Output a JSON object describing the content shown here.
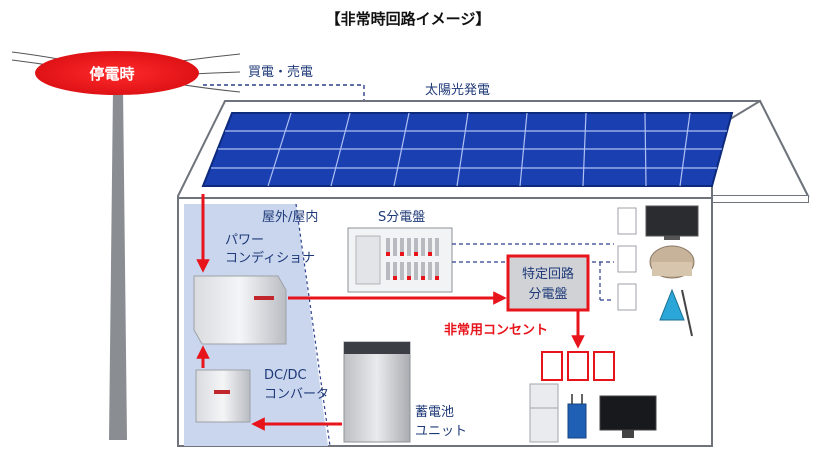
{
  "title": "【非常時回路イメージ】",
  "outage_label": "停電時",
  "grid_trade_label": "買電・売電",
  "solar_label": "太陽光発電",
  "outdoor_indoor_label": "屋外/屋内",
  "distribution_board_label": "S分電盤",
  "power_conditioner_label": [
    "パワー",
    "コンディショナ"
  ],
  "dcdc_converter_label": [
    "DC/DC",
    "コンバータ"
  ],
  "battery_label": [
    "蓄電池",
    "ユニット"
  ],
  "specific_circuit_board_label": [
    "特定回路",
    "分電盤"
  ],
  "emergency_outlet_label": "非常用コンセント",
  "colors": {
    "power_flow": "#e8141b",
    "dashed_line": "#2b3f8c",
    "label_text": "#1f3a78",
    "wall": "#c9d6ee",
    "solar_panel": "#1a3fb0"
  },
  "icons": [
    "power-pole-icon",
    "solar-panel-icon",
    "power-conditioner-icon",
    "dcdc-converter-icon",
    "battery-unit-icon",
    "distribution-board-icon",
    "specific-circuit-board-icon",
    "outlet-icon",
    "tv-icon",
    "rice-cooker-icon",
    "vacuum-cleaner-icon",
    "refrigerator-icon",
    "router-icon",
    "monitor-icon"
  ]
}
